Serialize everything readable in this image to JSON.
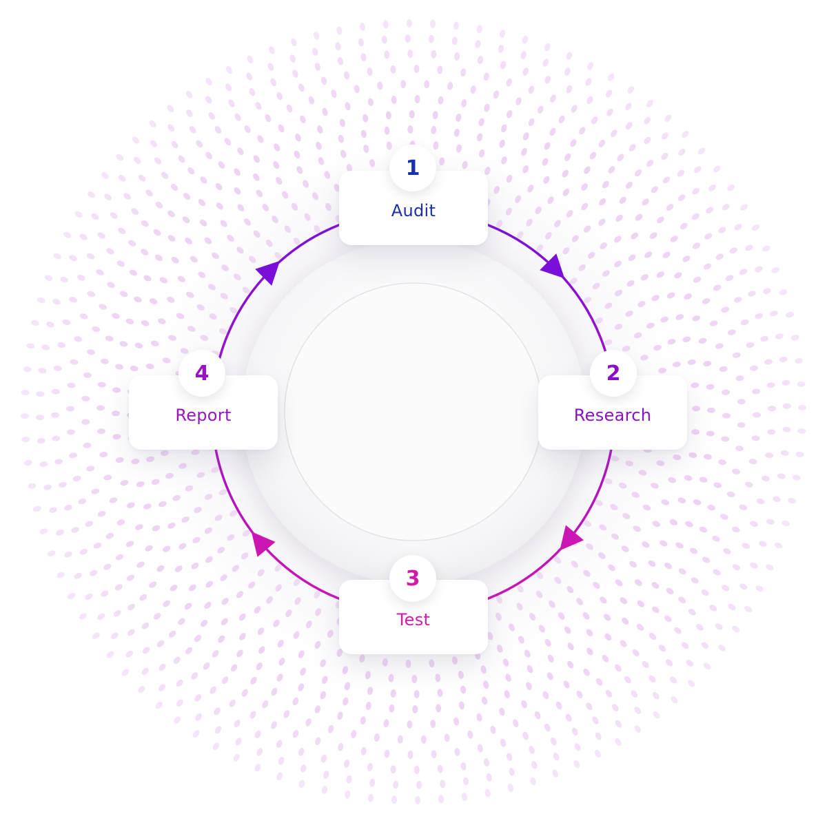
{
  "steps": [
    {
      "number": "1",
      "label": "Audit",
      "color": "#1b2fb0"
    },
    {
      "number": "2",
      "label": "Research",
      "color": "#8a10c8"
    },
    {
      "number": "3",
      "label": "Test",
      "color": "#d21aa8"
    },
    {
      "number": "4",
      "label": "Report",
      "color": "#9a14c4"
    }
  ],
  "colors": {
    "arc_top": "#7a10d8",
    "arc_bottom": "#cc16b4",
    "dots": "#e3b8ec"
  }
}
